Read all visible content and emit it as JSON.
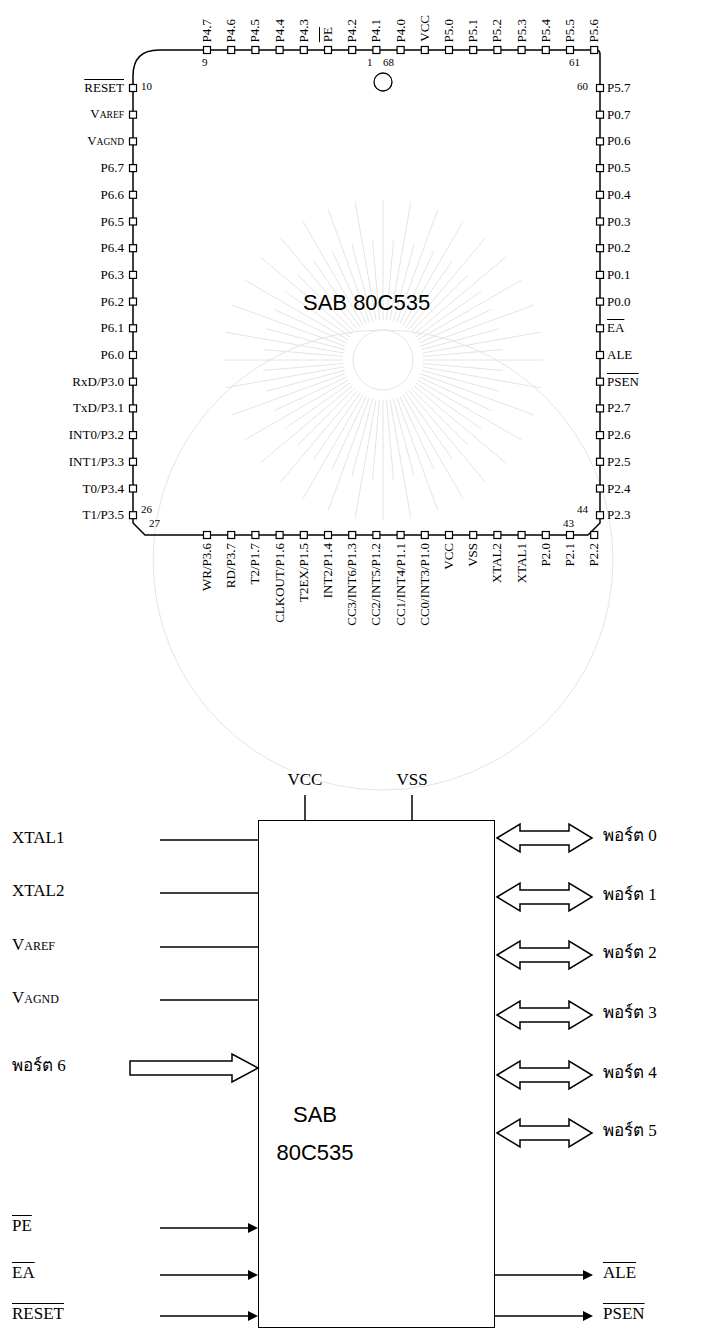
{
  "diagram": {
    "nodes": [
      {
        "text": [
          "SAB 80C535"
        ]
      },
      {
        "text": [
          "SAB 80C535"
        ]
      }
    ],
    "labels": [
      "P4.7",
      "P4.6",
      "P4.5",
      "P4.4",
      "P4.3",
      "PE",
      "P4.2",
      "P4.1",
      "P4.0",
      "VCC",
      "P5.0",
      "P5.1",
      "P5.2",
      "P5.3",
      "P5.4",
      "P5.5",
      "P5.6",
      "RESET",
      "VAREF",
      "VAGND",
      "P6.7",
      "P6.6",
      "P6.5",
      "P6.4",
      "P6.3",
      "P6.2",
      "P6.1",
      "P6.0",
      "RxD/P3.0",
      "TxD/P3.1",
      "INT0/P3.2",
      "INT1/P3.3",
      "T0/P3.4",
      "T1/P3.5",
      "P5.7",
      "P0.7",
      "P0.6",
      "P0.5",
      "P0.4",
      "P0.3",
      "P0.2",
      "P0.1",
      "P0.0",
      "EA",
      "ALE",
      "PSEN",
      "P2.7",
      "P2.6",
      "P2.5",
      "P2.4",
      "P2.3",
      "WR/P3.6",
      "RD/P3.7",
      "T2/P1.7",
      "CLKOUT/P1.6",
      "T2EX/P1.5",
      "INT2/P1.4",
      "CC3/INT6/P1.3",
      "CC2/INT5/P1.2",
      "CC1/INT4/P1.1",
      "CC0/INT3/P1.0",
      "VCC",
      "VSS",
      "XTAL2",
      "XTAL1",
      "P2.0",
      "P2.1",
      "P2.2",
      "9",
      "10",
      "1",
      "68",
      "61",
      "60",
      "26",
      "27",
      "44",
      "43",
      "VCC",
      "VSS",
      "XTAL1",
      "XTAL2",
      "VAREF",
      "VAGND",
      "พอร์ต 6",
      "PE",
      "EA",
      "RESET",
      "พอร์ต 0",
      "พอร์ต 1",
      "พอร์ต 2",
      "พอร์ต 3",
      "พอร์ต 4",
      "พอร์ต 5",
      "ALE",
      "PSEN"
    ]
  }
}
